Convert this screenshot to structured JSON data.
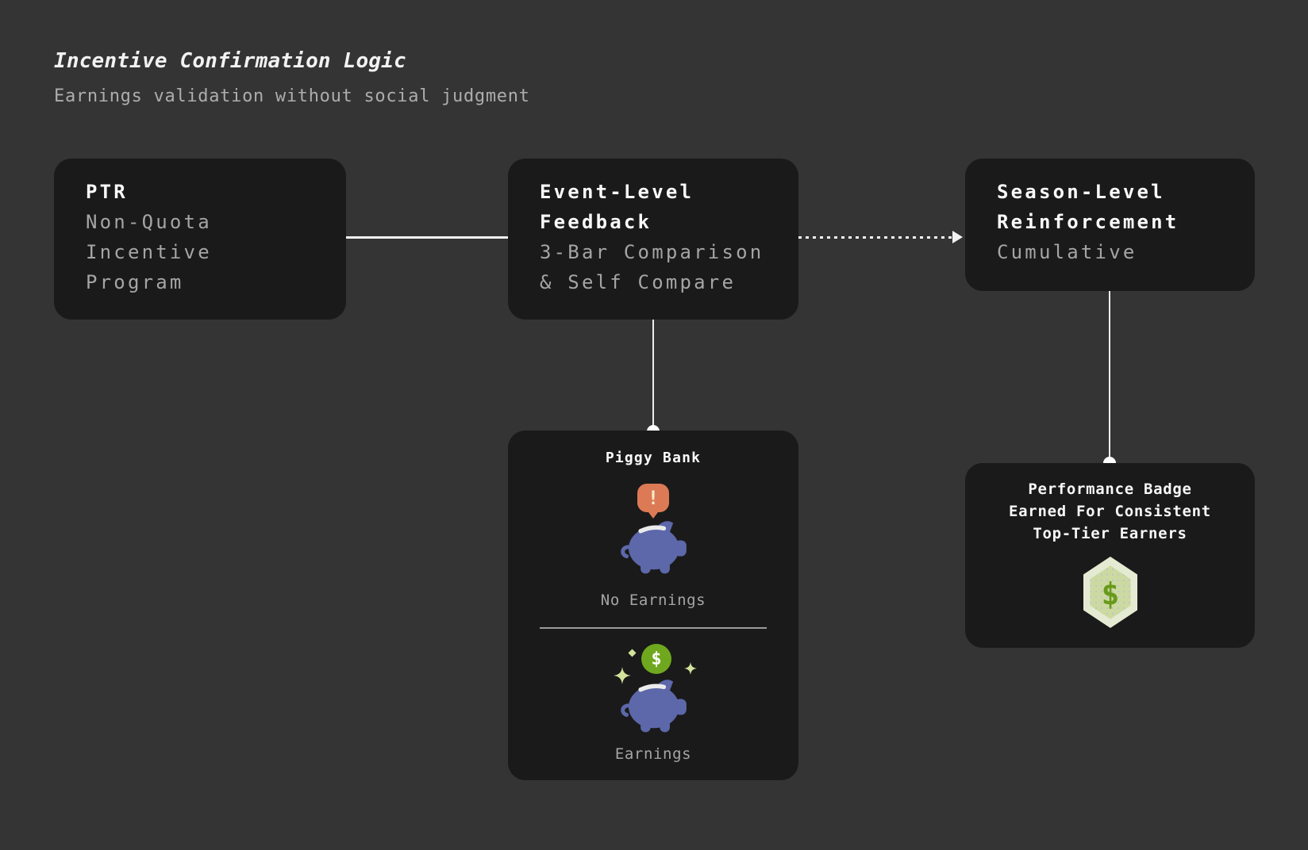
{
  "page": {
    "title": "Incentive Confirmation Logic",
    "subtitle": "Earnings validation without social judgment"
  },
  "nodes": {
    "ptr": {
      "heading_lines": [
        "PTR"
      ],
      "body_lines": [
        "Non-Quota",
        "Incentive",
        "Program"
      ]
    },
    "event_level": {
      "heading_lines": [
        "Event-Level",
        "Feedback"
      ],
      "body_lines": [
        "3-Bar Comparison",
        "& Self Compare"
      ]
    },
    "season_level": {
      "heading_lines": [
        "Season-Level",
        "Reinforcement"
      ],
      "body_lines": [
        "Cumulative"
      ]
    },
    "piggy_bank": {
      "title": "Piggy Bank",
      "alert_symbol": "!",
      "no_earnings_label": "No Earnings",
      "coin_symbol": "$",
      "earnings_label": "Earnings"
    },
    "performance_badge": {
      "lines": [
        "Performance Badge",
        "Earned For Consistent",
        "Top-Tier Earners"
      ],
      "badge_symbol": "$"
    }
  },
  "connectors": [
    {
      "from": "ptr",
      "to": "event_level",
      "style": "solid"
    },
    {
      "from": "event_level",
      "to": "season_level",
      "style": "dotted-arrow"
    },
    {
      "from": "event_level",
      "to": "piggy_bank",
      "style": "solid-with-dot"
    },
    {
      "from": "season_level",
      "to": "performance_badge",
      "style": "solid-with-dot"
    }
  ],
  "colors": {
    "background": "#343434",
    "card": "#1a1a1a",
    "heading_text": "#fafafa",
    "body_text": "#a5a5a5",
    "connector": "#f2f2f2",
    "alert_orange": "#dc7a55",
    "alert_glyph": "#f5ecc8",
    "piggy_blue": "#5c68a9",
    "piggy_slot": "#ebebeb",
    "coin_green": "#6fa81f",
    "sparkle_green": "#d3e39c",
    "badge_outer": "#e4ebd2",
    "badge_inner": "#ccdaa2",
    "badge_dollar": "#69991c"
  }
}
